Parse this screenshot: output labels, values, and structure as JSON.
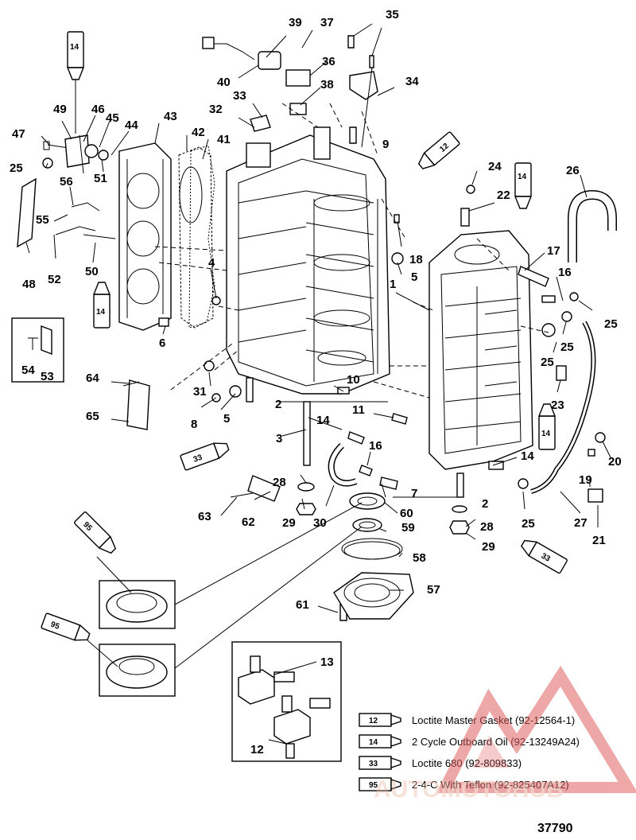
{
  "figure_number": "37790",
  "callouts": [
    {
      "id": "c1",
      "text": "1"
    },
    {
      "id": "c2a",
      "text": "2"
    },
    {
      "id": "c2b",
      "text": "2"
    },
    {
      "id": "c3",
      "text": "3"
    },
    {
      "id": "c4",
      "text": "4"
    },
    {
      "id": "c5a",
      "text": "5"
    },
    {
      "id": "c5b",
      "text": "5"
    },
    {
      "id": "c6",
      "text": "6"
    },
    {
      "id": "c7",
      "text": "7"
    },
    {
      "id": "c8",
      "text": "8"
    },
    {
      "id": "c9",
      "text": "9"
    },
    {
      "id": "c10",
      "text": "10"
    },
    {
      "id": "c11",
      "text": "11"
    },
    {
      "id": "c12",
      "text": "12"
    },
    {
      "id": "c13",
      "text": "13"
    },
    {
      "id": "c14a",
      "text": "14"
    },
    {
      "id": "c14b",
      "text": "14"
    },
    {
      "id": "c16a",
      "text": "16"
    },
    {
      "id": "c16b",
      "text": "16"
    },
    {
      "id": "c17",
      "text": "17"
    },
    {
      "id": "c18",
      "text": "18"
    },
    {
      "id": "c19",
      "text": "19"
    },
    {
      "id": "c20",
      "text": "20"
    },
    {
      "id": "c21",
      "text": "21"
    },
    {
      "id": "c22",
      "text": "22"
    },
    {
      "id": "c23",
      "text": "23"
    },
    {
      "id": "c24",
      "text": "24"
    },
    {
      "id": "c25a",
      "text": "25"
    },
    {
      "id": "c25b",
      "text": "25"
    },
    {
      "id": "c25c",
      "text": "25"
    },
    {
      "id": "c25d",
      "text": "25"
    },
    {
      "id": "c25e",
      "text": "25"
    },
    {
      "id": "c26",
      "text": "26"
    },
    {
      "id": "c27",
      "text": "27"
    },
    {
      "id": "c28a",
      "text": "28"
    },
    {
      "id": "c28b",
      "text": "28"
    },
    {
      "id": "c29a",
      "text": "29"
    },
    {
      "id": "c29b",
      "text": "29"
    },
    {
      "id": "c30",
      "text": "30"
    },
    {
      "id": "c31",
      "text": "31"
    },
    {
      "id": "c32",
      "text": "32"
    },
    {
      "id": "c33",
      "text": "33"
    },
    {
      "id": "c34",
      "text": "34"
    },
    {
      "id": "c35",
      "text": "35"
    },
    {
      "id": "c36",
      "text": "36"
    },
    {
      "id": "c37",
      "text": "37"
    },
    {
      "id": "c38",
      "text": "38"
    },
    {
      "id": "c39",
      "text": "39"
    },
    {
      "id": "c40",
      "text": "40"
    },
    {
      "id": "c41",
      "text": "41"
    },
    {
      "id": "c42",
      "text": "42"
    },
    {
      "id": "c43",
      "text": "43"
    },
    {
      "id": "c44",
      "text": "44"
    },
    {
      "id": "c45",
      "text": "45"
    },
    {
      "id": "c46",
      "text": "46"
    },
    {
      "id": "c47",
      "text": "47"
    },
    {
      "id": "c48",
      "text": "48"
    },
    {
      "id": "c49",
      "text": "49"
    },
    {
      "id": "c50",
      "text": "50"
    },
    {
      "id": "c51",
      "text": "51"
    },
    {
      "id": "c52",
      "text": "52"
    },
    {
      "id": "c53",
      "text": "53"
    },
    {
      "id": "c54",
      "text": "54"
    },
    {
      "id": "c55",
      "text": "55"
    },
    {
      "id": "c56",
      "text": "56"
    },
    {
      "id": "c57",
      "text": "57"
    },
    {
      "id": "c58",
      "text": "58"
    },
    {
      "id": "c59",
      "text": "59"
    },
    {
      "id": "c60",
      "text": "60"
    },
    {
      "id": "c61",
      "text": "61"
    },
    {
      "id": "c62",
      "text": "62"
    },
    {
      "id": "c63",
      "text": "63"
    },
    {
      "id": "c64",
      "text": "64"
    },
    {
      "id": "c65",
      "text": "65"
    }
  ],
  "tubes": [
    {
      "id": "t1",
      "code": "14"
    },
    {
      "id": "t2",
      "code": "12"
    },
    {
      "id": "t3",
      "code": "14"
    },
    {
      "id": "t4",
      "code": "14"
    },
    {
      "id": "t5",
      "code": "14"
    },
    {
      "id": "t6",
      "code": "33"
    },
    {
      "id": "t7",
      "code": "33"
    },
    {
      "id": "t8",
      "code": "95"
    },
    {
      "id": "t9",
      "code": "95"
    }
  ],
  "legend": [
    {
      "code": "12",
      "label": "Loctite Master Gasket (92-12564-1)"
    },
    {
      "code": "14",
      "label": "2 Cycle Outboard Oil (92-13249A24)"
    },
    {
      "code": "33",
      "label": "Loctite 680 (92-809833)"
    },
    {
      "code": "95",
      "label": "2-4-C With Teflon (92-825407A12)"
    }
  ],
  "watermark": {
    "text": "AUTOMOTOHUB",
    "color": "#e06060"
  }
}
